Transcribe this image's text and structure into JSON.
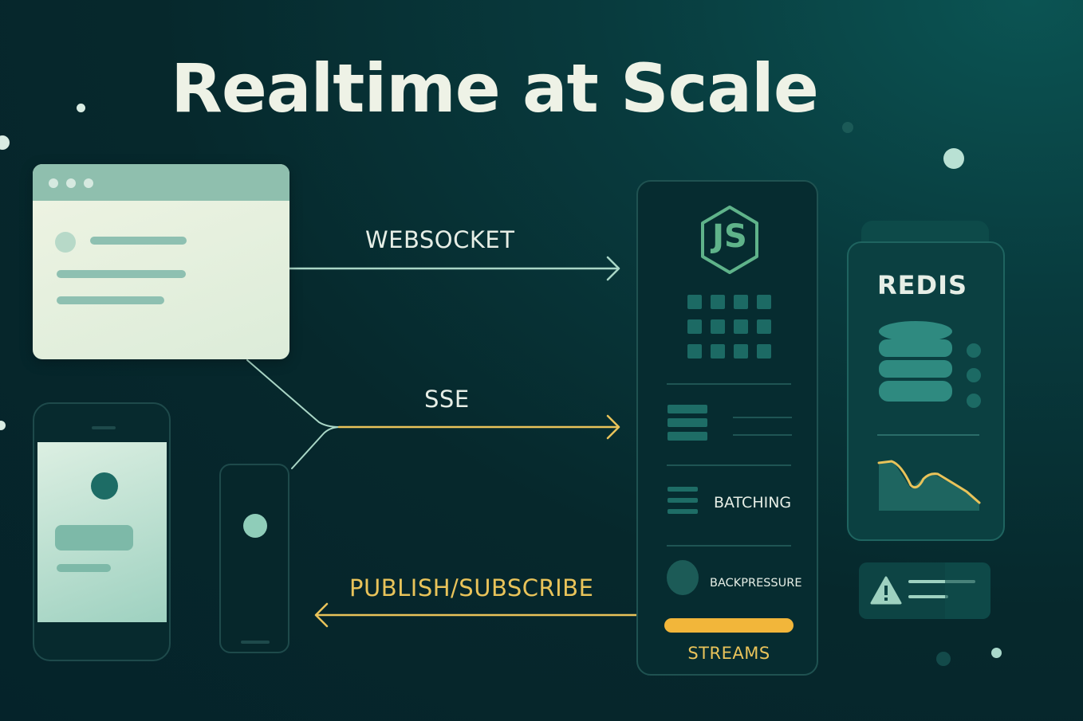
{
  "title": "Realtime at Scale",
  "labels": {
    "websocket": "WEBSOCKET",
    "sse": "SSE",
    "pubsub": "PUBLISH/SUBSCRIBE"
  },
  "server": {
    "logo_text": "JS",
    "batching": "BATCHING",
    "backpressure": "BACKPRESSURE",
    "streams": "STREAMS"
  },
  "redis": {
    "title": "REDIS"
  },
  "colors": {
    "accent_yellow": "#e9c35a",
    "teal_line": "#9fd0c0",
    "node_green": "#5fb38a"
  }
}
